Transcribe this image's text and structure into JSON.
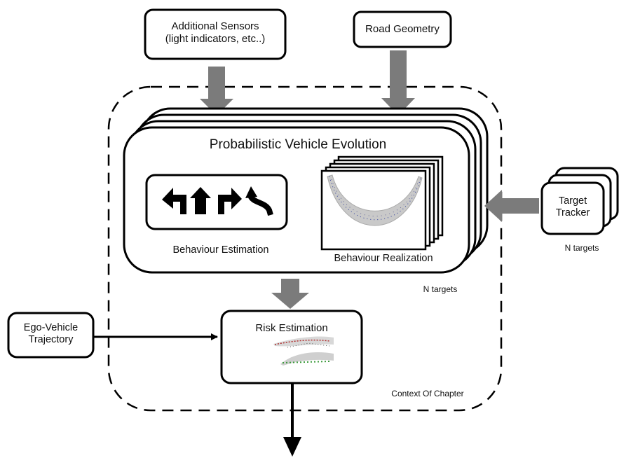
{
  "inputs": {
    "additional_sensors": {
      "line1": "Additional Sensors",
      "line2": "(light indicators, etc..)"
    },
    "road_geometry": "Road Geometry",
    "target_tracker": {
      "line1": "Target",
      "line2": "Tracker"
    },
    "target_tracker_caption": "N targets",
    "ego_vehicle": {
      "line1": "Ego-Vehicle",
      "line2": "Trajectory"
    }
  },
  "main": {
    "title": "Probabilistic Vehicle Evolution",
    "behaviour_estimation": "Behaviour Estimation",
    "behaviour_realization": "Behaviour Realization",
    "stack_caption": "N targets"
  },
  "risk": {
    "title": "Risk Estimation"
  },
  "context_caption": "Context Of Chapter",
  "icons": [
    "turn-left-arrow-icon",
    "straight-arrow-icon",
    "turn-right-arrow-icon",
    "merge-arrow-icon"
  ]
}
